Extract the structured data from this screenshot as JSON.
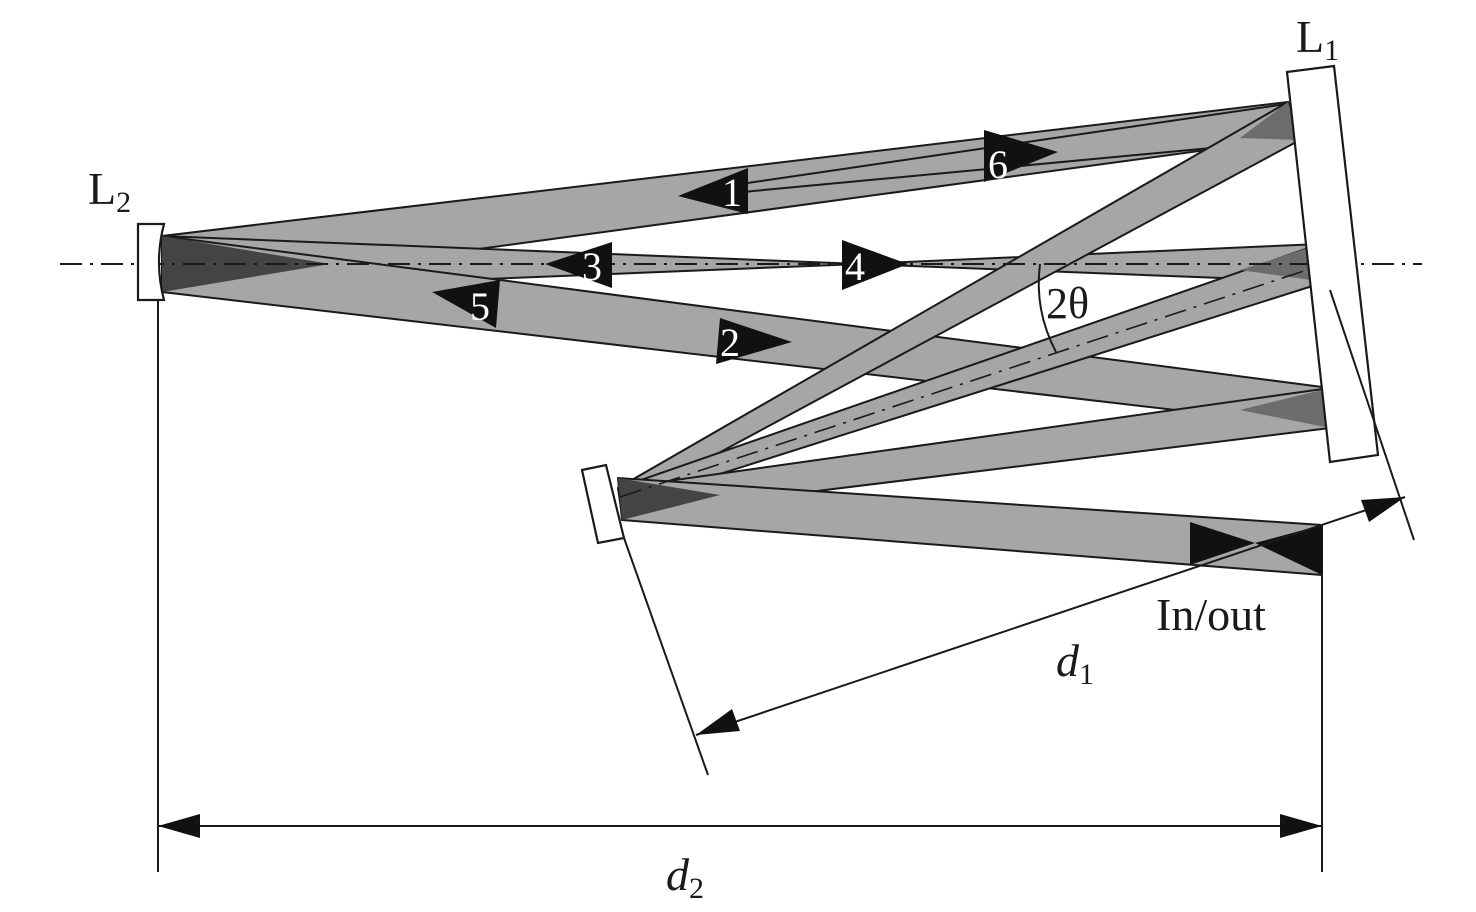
{
  "labels": {
    "mirror_l1": "L",
    "mirror_l1_sub": "1",
    "mirror_l2": "L",
    "mirror_l2_sub": "2",
    "angle": "2θ",
    "in_out": "In/out",
    "dist_d1": "d",
    "dist_d1_sub": "1",
    "dist_d2": "d",
    "dist_d2_sub": "2"
  },
  "beam_numbers": [
    "1",
    "2",
    "3",
    "4",
    "5",
    "6"
  ],
  "colors": {
    "beam_light": "#a6a6a6",
    "beam_dark": "#6c6c6c",
    "beam_darkest": "#444444",
    "line": "#1a1a1a",
    "arrowhead": "#111111",
    "mirror_fill": "#ffffff"
  }
}
